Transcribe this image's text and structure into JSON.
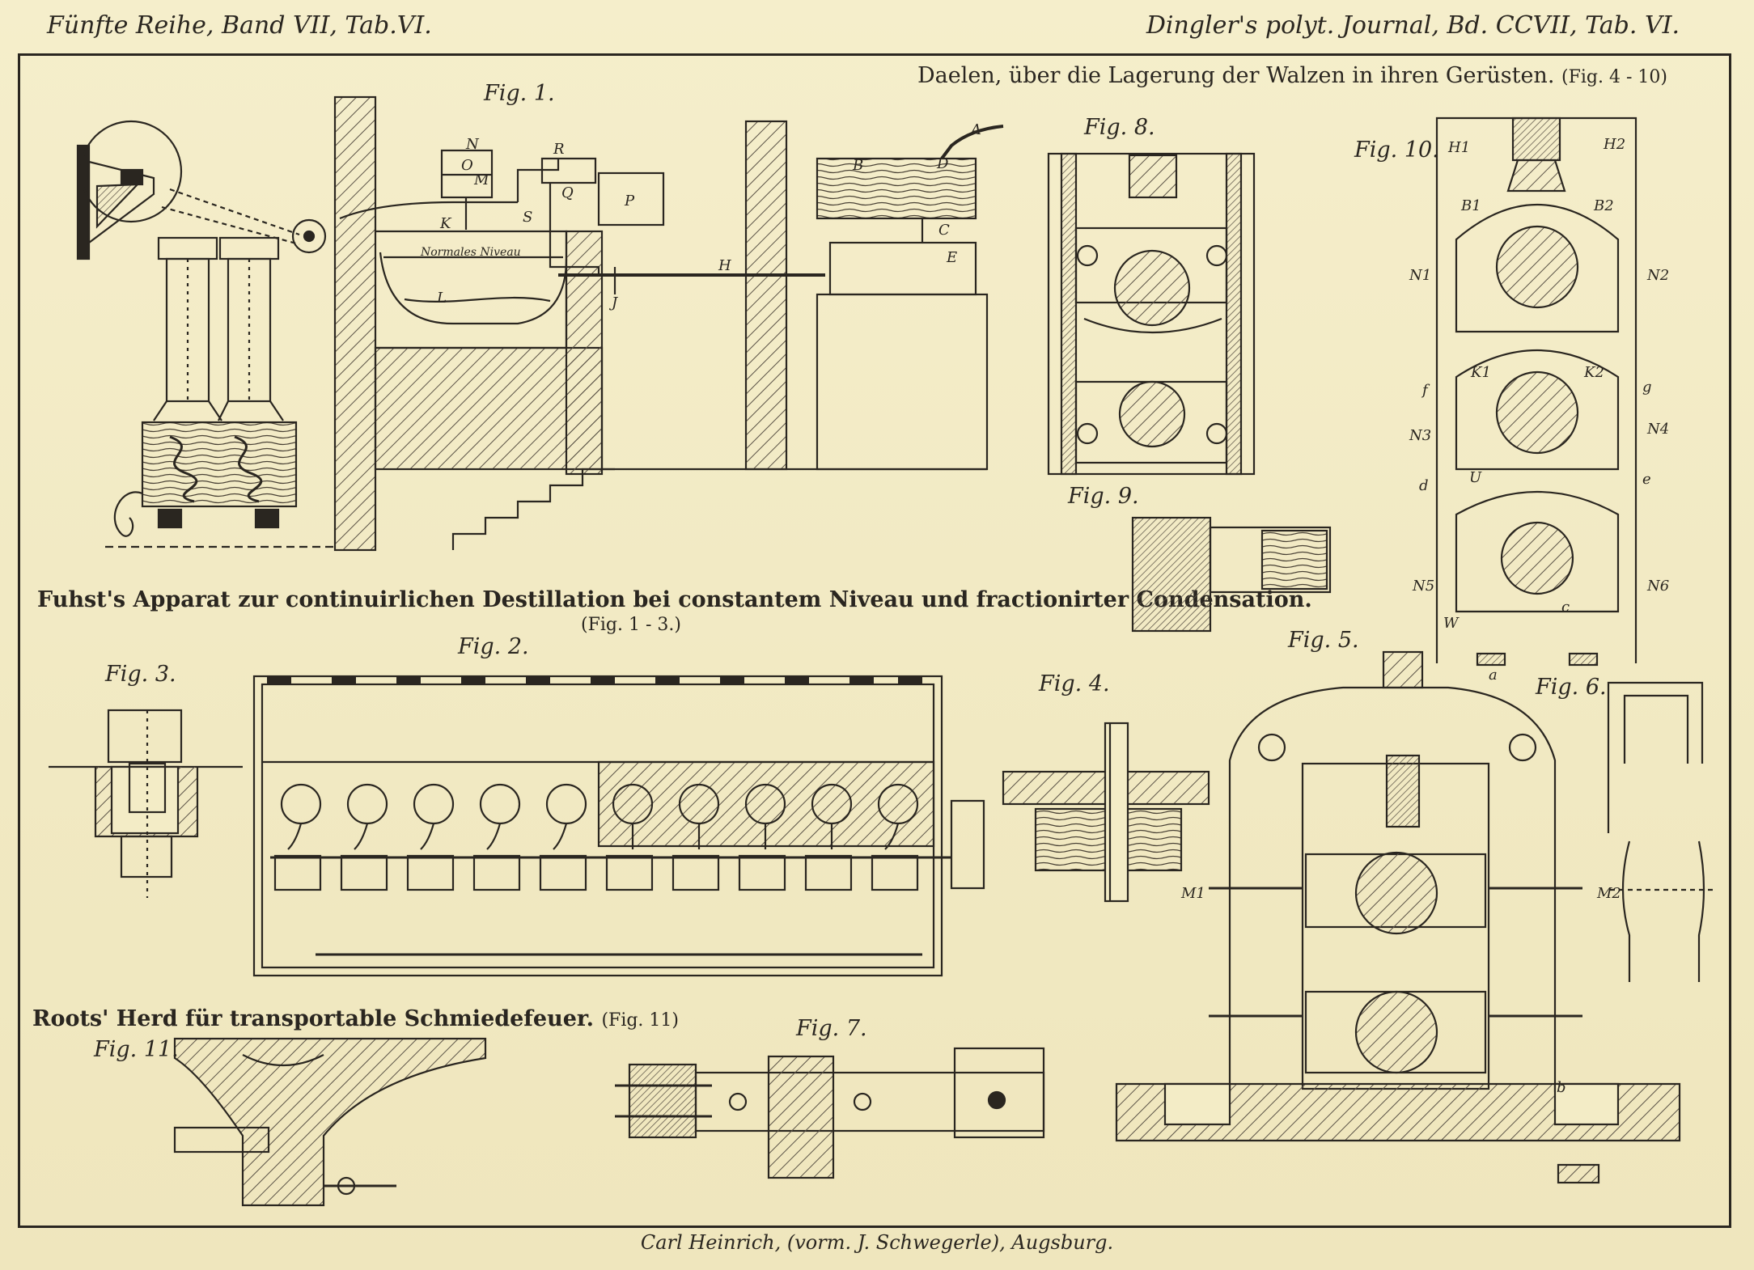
{
  "header": {
    "left": "Fünfte Reihe, Band VII, Tab.VI.",
    "right": "Dingler's polyt. Journal, Bd. CCVII, Tab. VI."
  },
  "titles": {
    "daelen": "Daelen, über die Lagerung der Walzen in ihren Gerüsten.",
    "daelen_ref": "(Fig. 4 - 10)",
    "fuhst": "Fuhst's Apparat zur continuirlichen Destillation bei constantem Niveau und fractionirter Condensation.",
    "fuhst_ref": "(Fig. 1 - 3.)",
    "roots": "Roots' Herd für transportable Schmiedefeuer.",
    "roots_ref": "(Fig. 11)"
  },
  "figures": {
    "fig1": "Fig. 1.",
    "fig2": "Fig. 2.",
    "fig3": "Fig. 3.",
    "fig4": "Fig. 4.",
    "fig5": "Fig. 5.",
    "fig6": "Fig. 6.",
    "fig7": "Fig. 7.",
    "fig8": "Fig. 8.",
    "fig9": "Fig. 9.",
    "fig10": "Fig. 10.",
    "fig11": "Fig. 11."
  },
  "labels": {
    "niveau": "Normales Niveau",
    "A": "A",
    "B": "B",
    "C": "C",
    "D": "D",
    "E": "E",
    "H": "H",
    "J": "J",
    "K": "K",
    "L": "L",
    "M": "M",
    "N": "N",
    "O": "O",
    "P": "P",
    "Q": "Q",
    "R": "R",
    "S": "S",
    "U": "U",
    "W": "W",
    "a": "a",
    "b": "b",
    "c": "c",
    "d": "d",
    "e": "e",
    "f": "f",
    "g": "g",
    "H1": "H1",
    "H2": "H2",
    "B1": "B1",
    "B2": "B2",
    "K1": "K1",
    "K2": "K2",
    "N1": "N1",
    "N2": "N2",
    "N3": "N3",
    "N4": "N4",
    "N5": "N5",
    "N6": "N6",
    "M1": "M1",
    "M2": "M2"
  },
  "imprint": "Carl Heinrich, (vorm. J. Schwegerle), Augsburg.",
  "palette": {
    "paper": "#f3ecc6",
    "ink": "#2a2620",
    "hatch": "#5a5246"
  }
}
